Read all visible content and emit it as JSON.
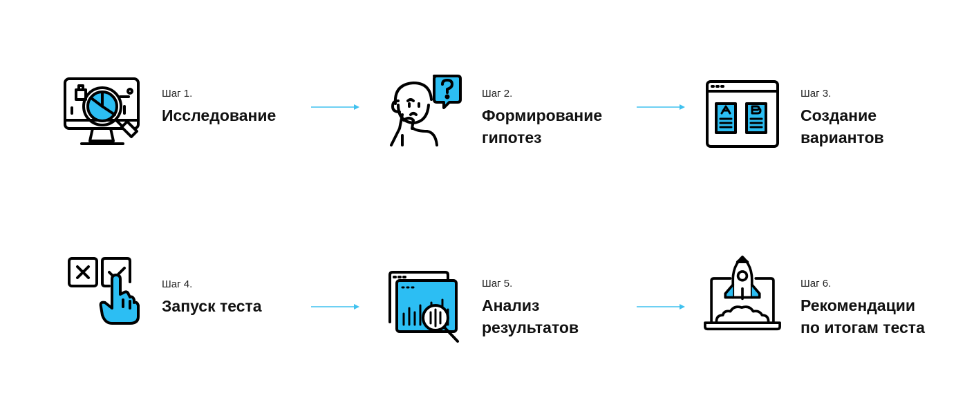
{
  "colors": {
    "accent": "#2cbef3",
    "stroke": "#000000",
    "arrow": "#3fc1ef"
  },
  "steps": [
    {
      "num": "Шаг 1.",
      "title": [
        "Исследование"
      ],
      "icon": "monitor-research-icon"
    },
    {
      "num": "Шаг 2.",
      "title": [
        "Формирование",
        "гипотез"
      ],
      "icon": "thinking-person-icon"
    },
    {
      "num": "Шаг 3.",
      "title": [
        "Создание",
        "вариантов"
      ],
      "icon": "ab-variants-icon"
    },
    {
      "num": "Шаг 4.",
      "title": [
        "Запуск теста"
      ],
      "icon": "checkbox-select-icon"
    },
    {
      "num": "Шаг 5.",
      "title": [
        "Анализ",
        "результатов"
      ],
      "icon": "chart-analysis-icon"
    },
    {
      "num": "Шаг 6.",
      "title": [
        "Рекомендации",
        "по итогам теста"
      ],
      "icon": "rocket-laptop-icon"
    }
  ]
}
